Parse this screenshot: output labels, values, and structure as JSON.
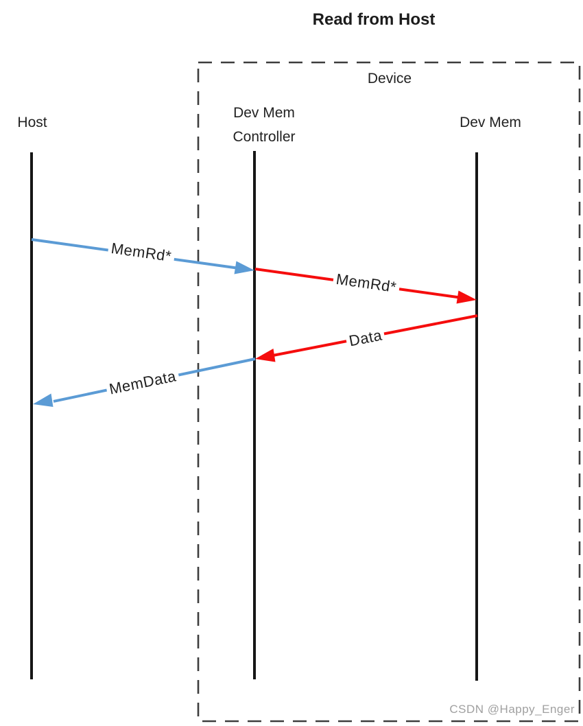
{
  "title": "Read from Host",
  "device_box": {
    "label": "Device"
  },
  "lifelines": [
    {
      "id": "host",
      "label": "Host"
    },
    {
      "id": "dev-mem-controller",
      "label": "Dev Mem Controller"
    },
    {
      "id": "dev-mem",
      "label": "Dev Mem"
    }
  ],
  "messages": [
    {
      "label": "MemRd*",
      "from": "host",
      "to": "dev-mem-controller",
      "color": "#5b9bd5"
    },
    {
      "label": "MemRd*",
      "from": "dev-mem-controller",
      "to": "dev-mem",
      "color": "#f50d0d"
    },
    {
      "label": "Data",
      "from": "dev-mem",
      "to": "dev-mem-controller",
      "color": "#f50d0d"
    },
    {
      "label": "MemData",
      "from": "dev-mem-controller",
      "to": "host",
      "color": "#5b9bd5"
    }
  ],
  "watermark": "CSDN @Happy_Enger",
  "colors": {
    "blue": "#5b9bd5",
    "red": "#f50d0d",
    "line": "#161616",
    "dash": "#3d3d3d",
    "watermark": "#a0a0a0"
  }
}
